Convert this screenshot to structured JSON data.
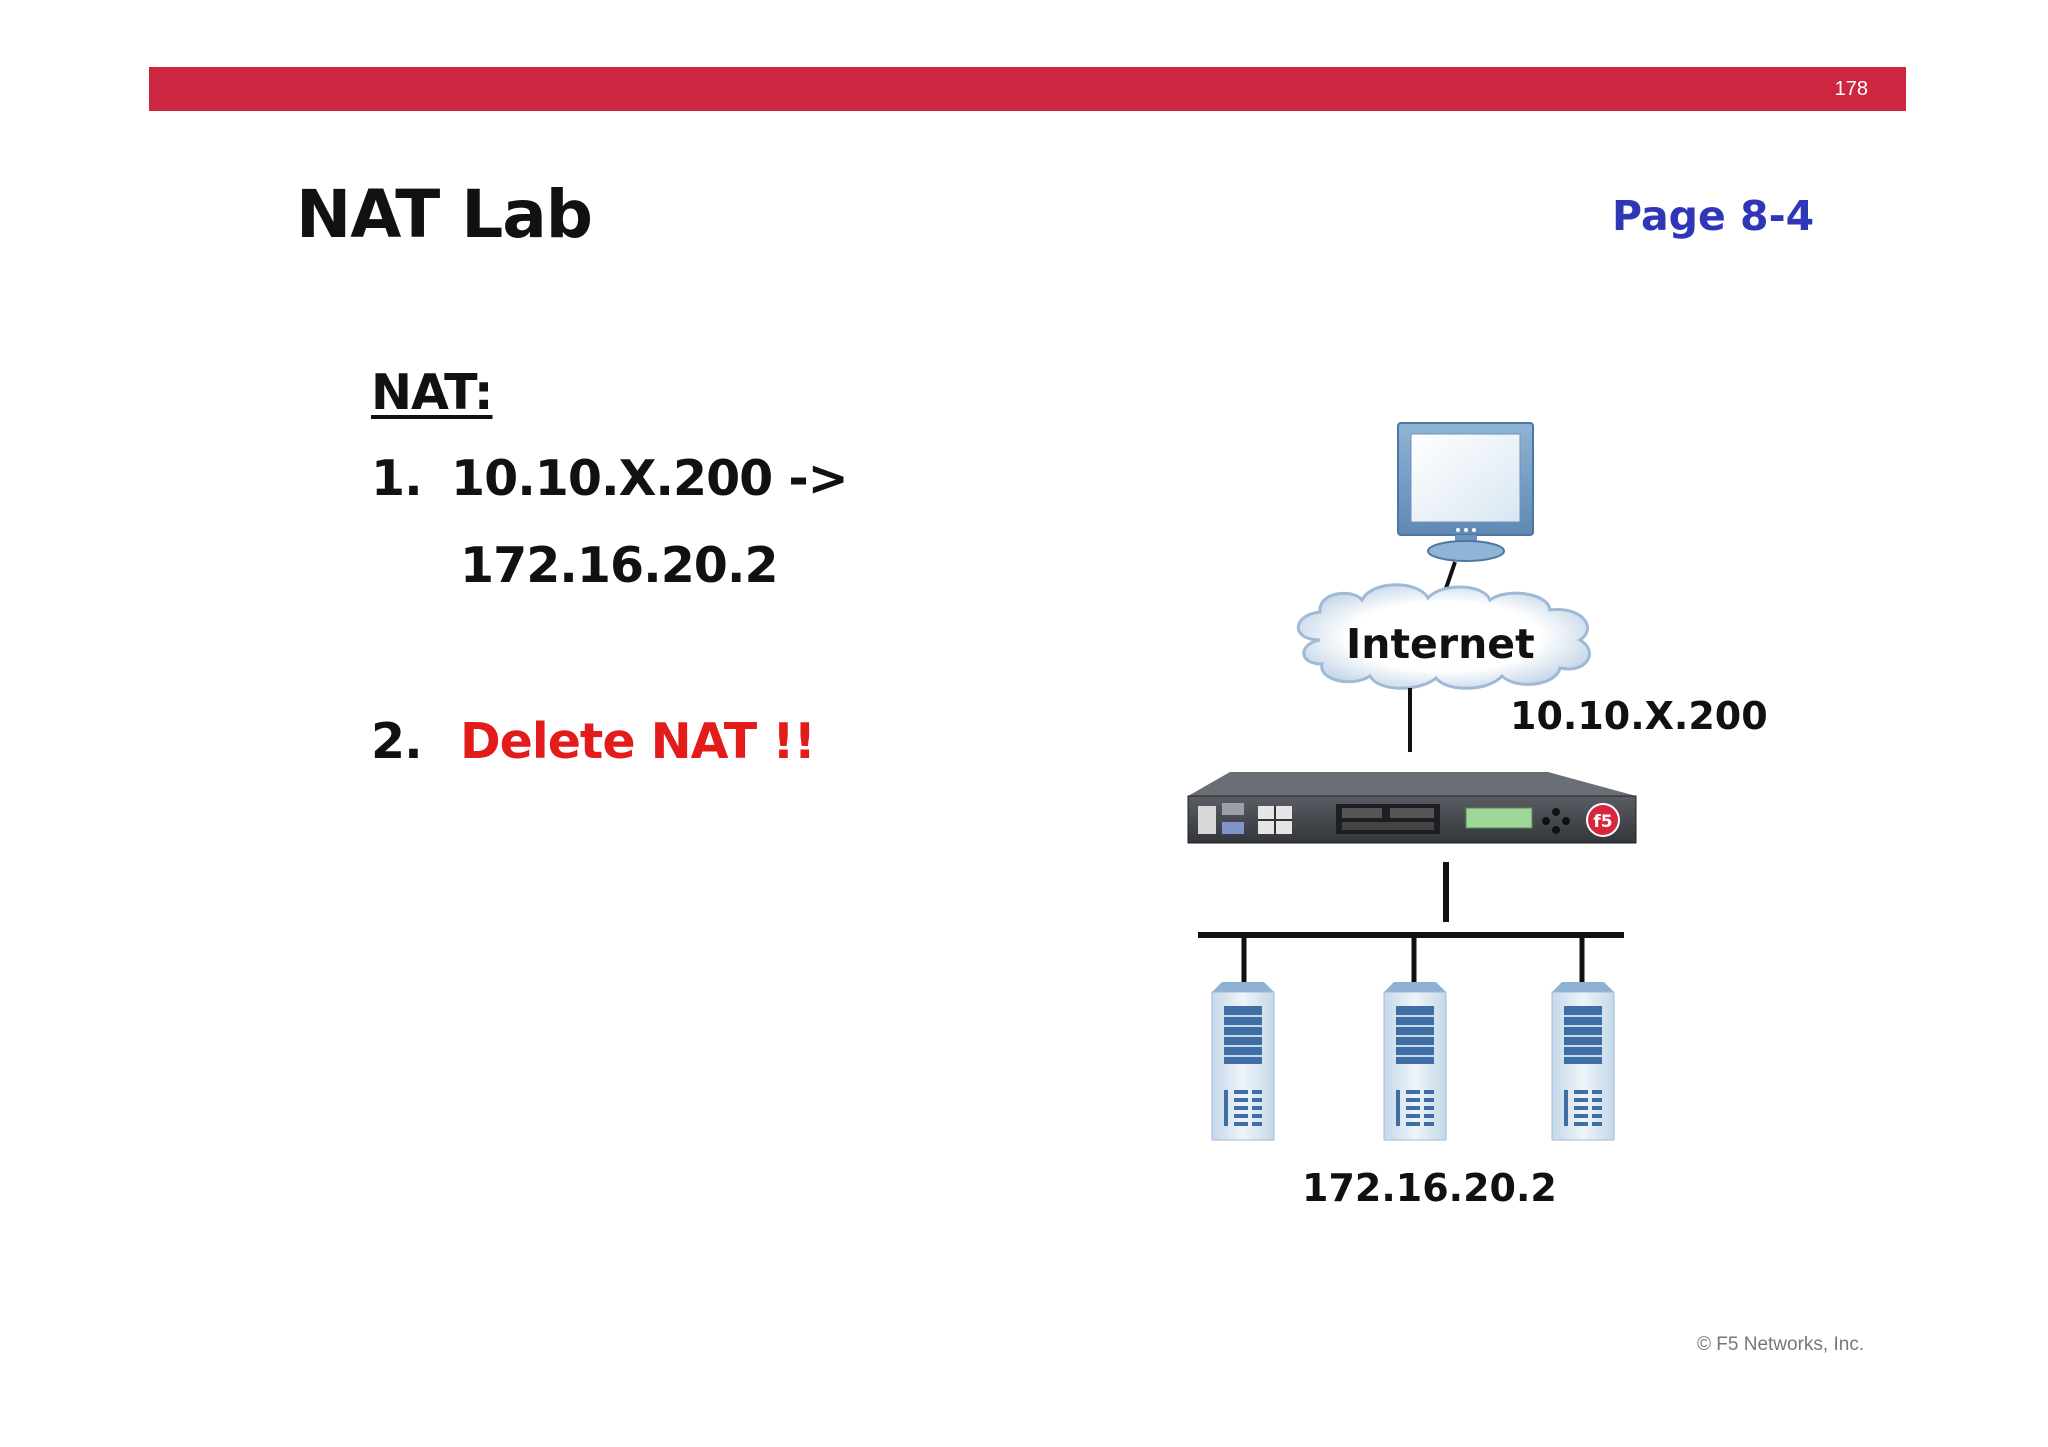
{
  "header": {
    "slide_number": "178"
  },
  "title": "NAT Lab",
  "page_ref": "Page 8-4",
  "list": {
    "heading": "NAT:",
    "item1_number": "1.",
    "item1_line1": "10.10.X.200 ->",
    "item1_line2": "172.16.20.2",
    "item2_number": "2.",
    "item2_text": "Delete NAT !!"
  },
  "diagram": {
    "cloud_label": "Internet",
    "external_ip": "10.10.X.200",
    "internal_ip": "172.16.20.2",
    "device_badge": "f5",
    "icons": [
      "monitor-icon",
      "cloud-icon",
      "load-balancer-icon",
      "server-icon"
    ]
  },
  "footer": {
    "copyright": "© F5 Networks, Inc."
  },
  "colors": {
    "bar": "#cd2641",
    "page_ref": "#2f36b8",
    "delete_text": "#e31b1b",
    "f5_badge": "#d7263d"
  }
}
